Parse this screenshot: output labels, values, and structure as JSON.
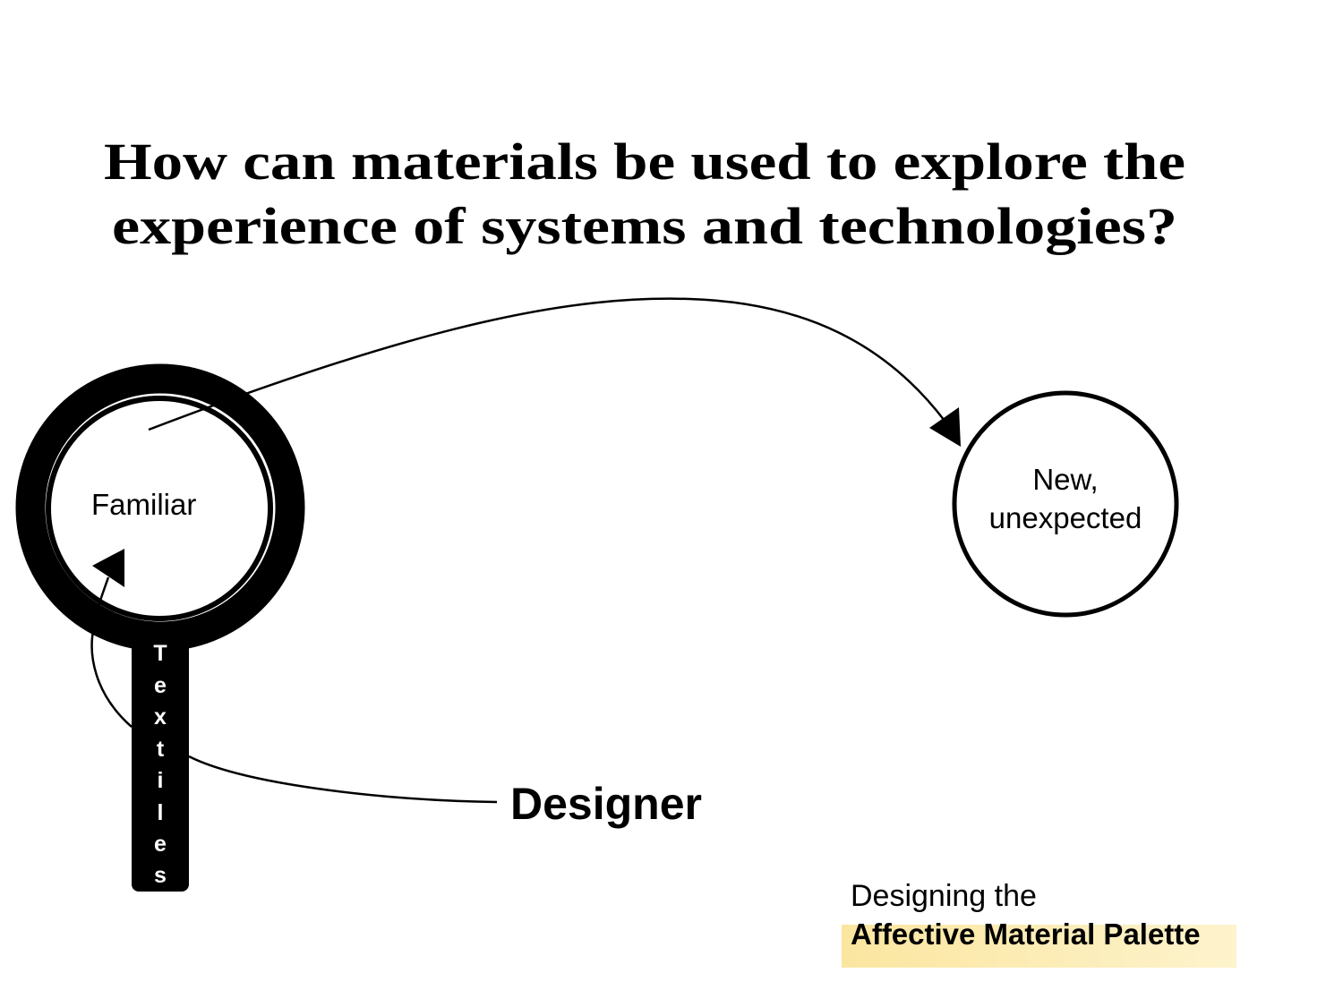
{
  "title": {
    "line1": "How can materials be used to explore the",
    "line2": "experience of systems and technologies?"
  },
  "diagram": {
    "familiar_label": "Familiar",
    "new_label_line1": "New,",
    "new_label_line2": "unexpected",
    "handle_letters": [
      "T",
      "e",
      "x",
      "t",
      "i",
      "l",
      "e",
      "s"
    ],
    "designer_label": "Designer"
  },
  "footer": {
    "line1": "Designing the",
    "line2": "Affective Material Palette",
    "highlight_color": "#fbe8a2"
  }
}
